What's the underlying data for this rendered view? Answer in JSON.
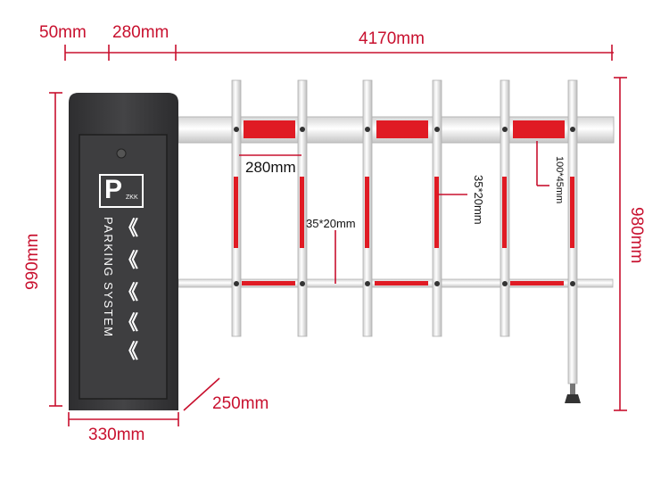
{
  "dimensions": {
    "top_gap": "50mm",
    "cabinet_offset": "280mm",
    "arm_length": "4170mm",
    "cabinet_height": "990mm",
    "barrier_height": "980mm",
    "cabinet_depth": "250mm",
    "cabinet_width": "330mm",
    "picket_spacing": "280mm",
    "reflector_size": "100*45mm",
    "picket_tube_a": "35*20mm",
    "picket_tube_b": "35*20mm"
  },
  "cabinet": {
    "sign_letter": "P",
    "sign_small_text": "ZKK",
    "system_label": "PARKING SYSTEM",
    "arrow_glyph": "《"
  },
  "colors": {
    "dimension_red": "#c8102e",
    "cabinet_body": "#3c3c3e",
    "reflector_red": "#e01b24",
    "arm_white": "#f2f2f2"
  }
}
